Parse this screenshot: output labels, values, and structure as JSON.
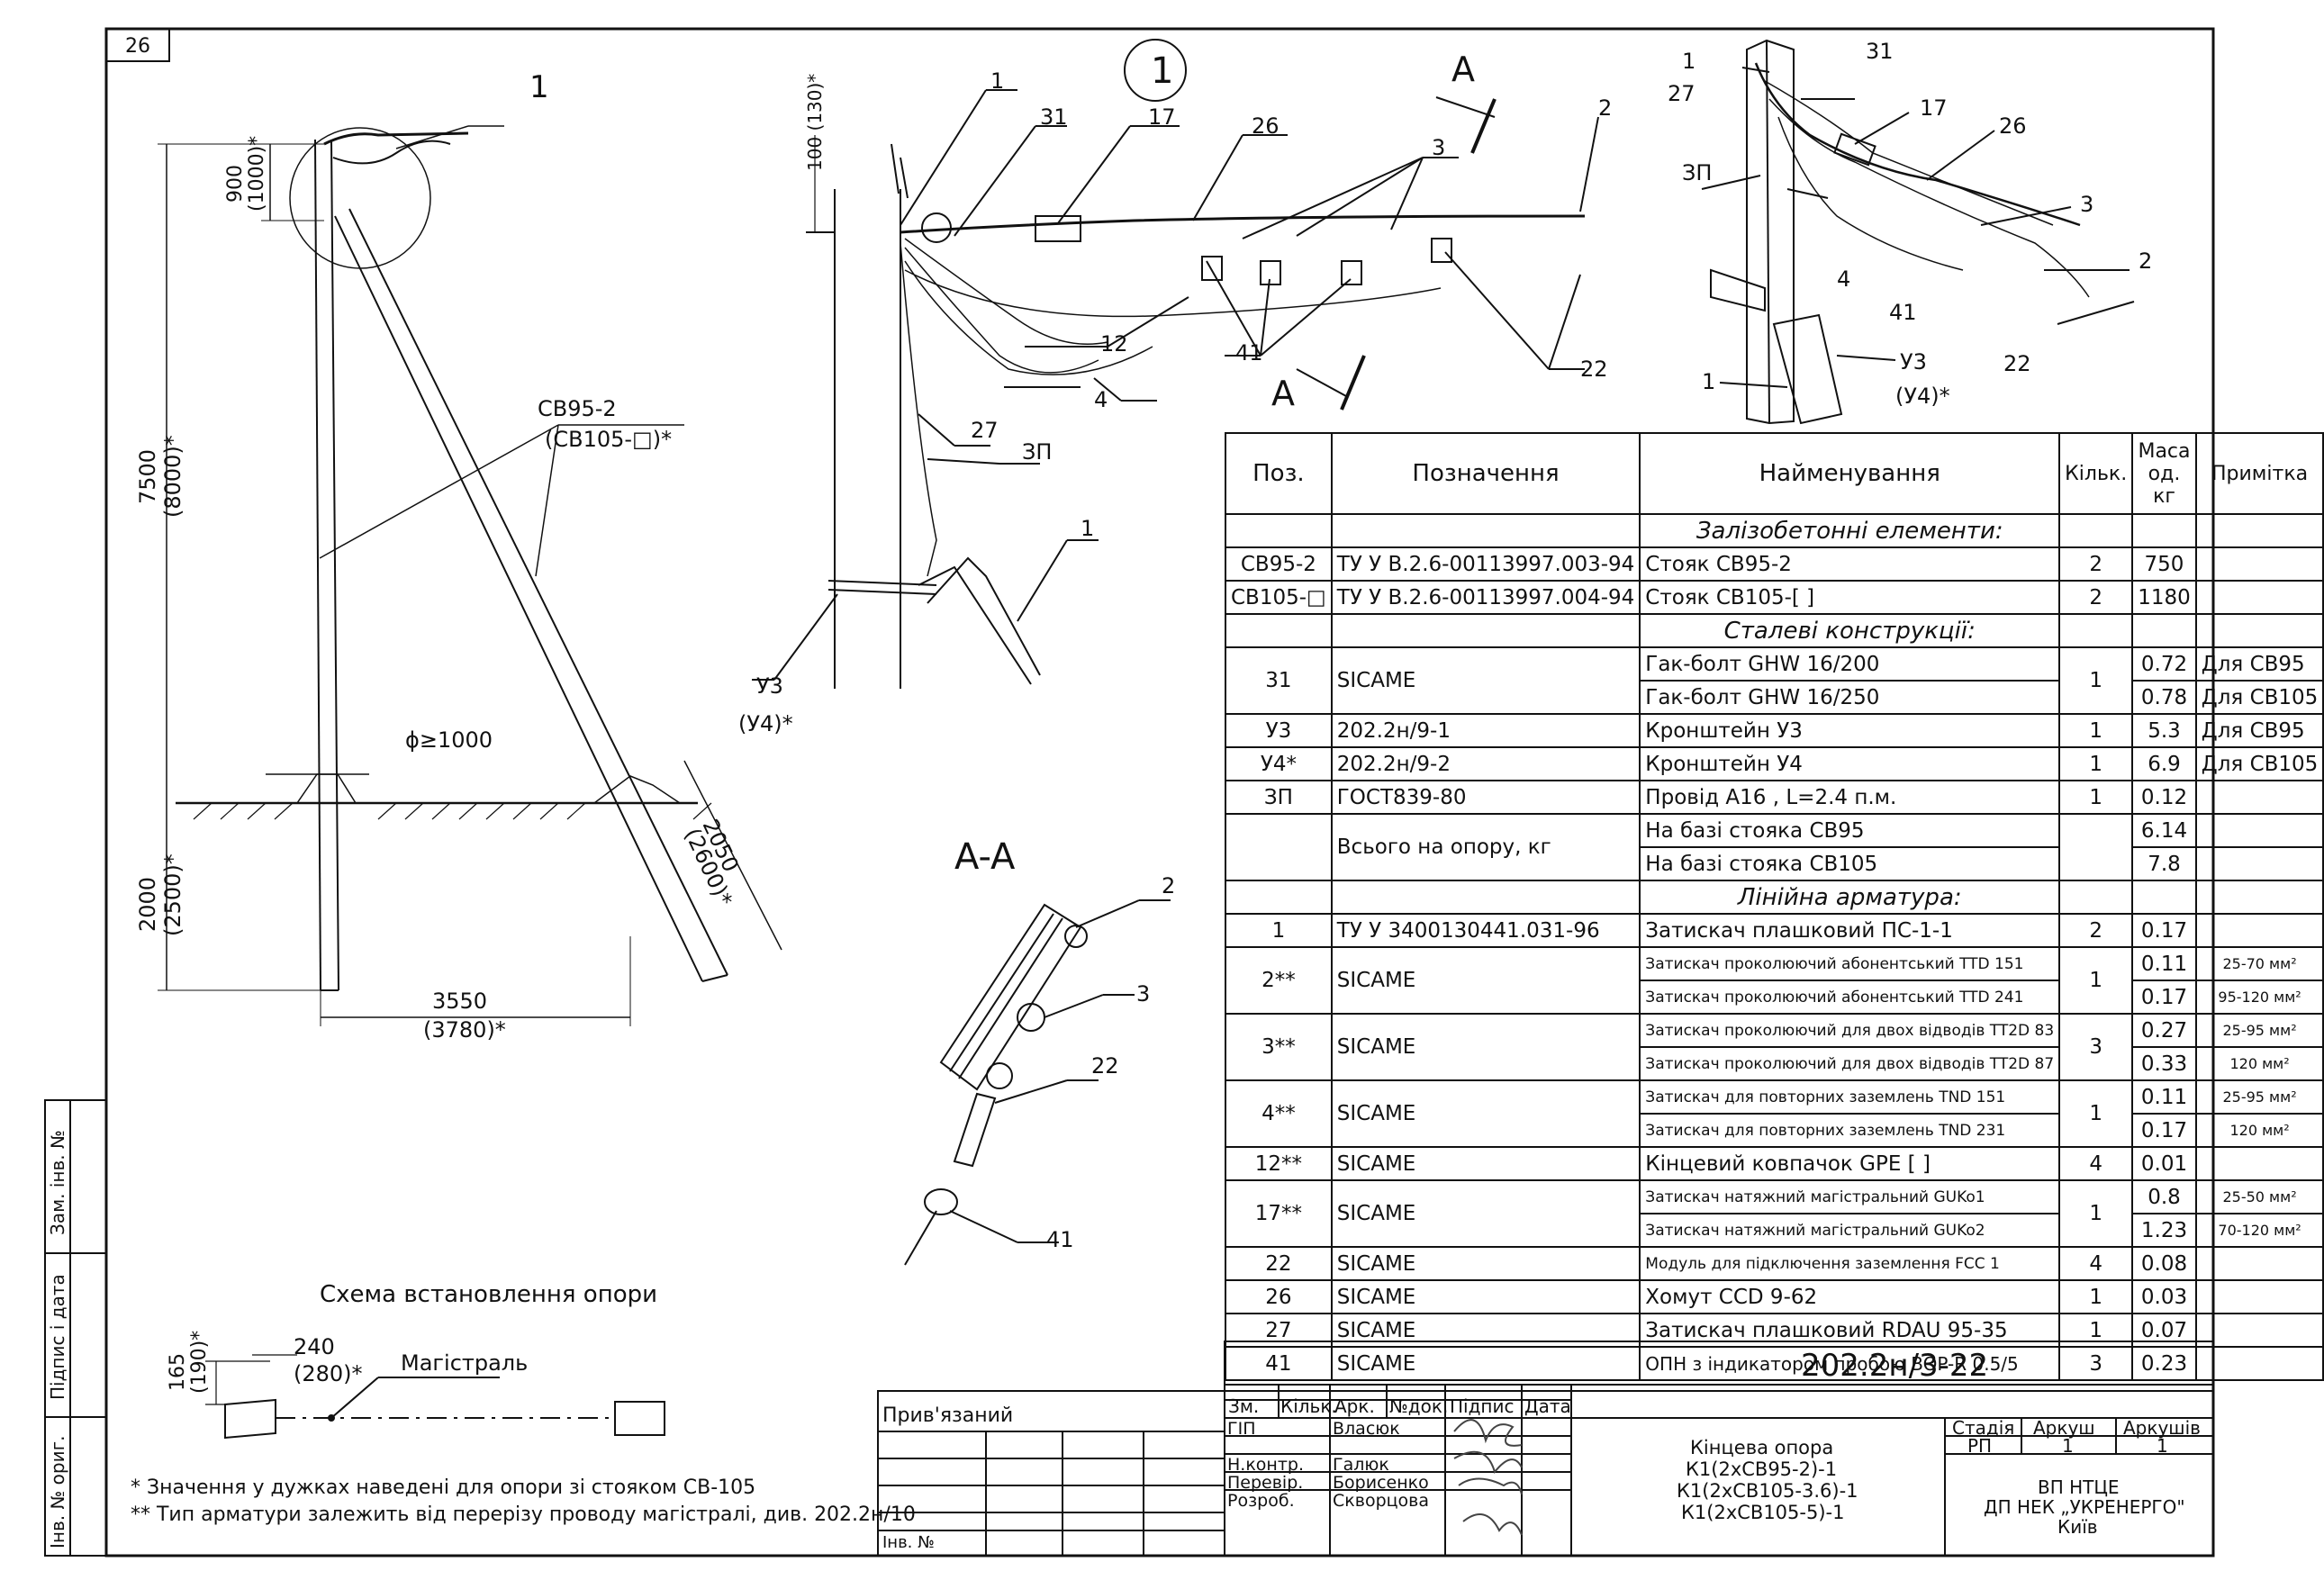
{
  "sheet_number": "26",
  "labels": {
    "callout_one": "1",
    "section_mark": "A",
    "section_title": "A-A",
    "pos_sv": "СВ95-2",
    "pos_sv_alt": "(СВ105-□)*",
    "dim_7500": "7500",
    "dim_8000": "(8000)*",
    "dim_900": "900",
    "dim_1000": "(1000)*",
    "dim_2000": "2000",
    "dim_2500": "(2500)*",
    "dim_3550": "3550",
    "dim_3780": "(3780)*",
    "dim_2050": "2050",
    "dim_2600": "(2600)*",
    "dim_phi": "ϕ≥1000",
    "dim_100": "100 (130)*",
    "u3": "У3",
    "u4": "(У4)*",
    "u3b": "У3",
    "u4b": "(У4)*",
    "zp": "ЗП",
    "n1": "1",
    "n2": "2",
    "n3": "3",
    "n4": "4",
    "n12": "12",
    "n17": "17",
    "n22": "22",
    "n26": "26",
    "n27": "27",
    "n31": "31",
    "n41": "41"
  },
  "schema": {
    "title": "Схема встановлення опори",
    "d165": "165",
    "d190": "(190)*",
    "d240": "240",
    "d280": "(280)*",
    "main_line": "Магістраль"
  },
  "notes": {
    "note1": "* Значення у дужках наведені для опори зі стояком СВ-105",
    "note2": "** Тип арматури залежить від перерізу проводу магістралі, див. 202.2н/10"
  },
  "table": {
    "headers": {
      "pos": "Поз.",
      "designation": "Позначення",
      "name": "Найменування",
      "qty": "Кільк.",
      "mass": "Маса од. кг",
      "note": "Примітка"
    },
    "sections": {
      "concrete": "Залізобетонні елементи:",
      "steel": "Сталеві конструкції:",
      "fittings": "Лінійна арматура:"
    },
    "rows": {
      "r1": {
        "pos": "СВ95-2",
        "des": "ТУ У В.2.6-00113997.003-94",
        "name": "Стояк СВ95-2",
        "qty": "2",
        "mass": "750",
        "note": ""
      },
      "r2": {
        "pos": "СВ105-□",
        "des": "ТУ У В.2.6-00113997.004-94",
        "name": "Стояк СВ105-[    ]",
        "qty": "2",
        "mass": "1180",
        "note": ""
      },
      "r3a": {
        "pos": "31",
        "des": "SICAME",
        "name": "Гак-болт GHW 16/200",
        "qty": "1",
        "mass": "0.72",
        "note": "Для СВ95"
      },
      "r3b": {
        "name": "Гак-болт GHW 16/250",
        "mass": "0.78",
        "note": "Для СВ105"
      },
      "r4": {
        "pos": "У3",
        "des": "202.2н/9-1",
        "name": "Кронштейн У3",
        "qty": "1",
        "mass": "5.3",
        "note": "Для СВ95"
      },
      "r5": {
        "pos": "У4*",
        "des": "202.2н/9-2",
        "name": "Кронштейн У4",
        "qty": "1",
        "mass": "6.9",
        "note": "Для СВ105"
      },
      "r6": {
        "pos": "ЗП",
        "des": "ГОСТ839-80",
        "name": "Провід А16 , L=2.4 п.м.",
        "qty": "1",
        "mass": "0.12",
        "note": ""
      },
      "r7a": {
        "des": "Всього на опору, кг",
        "name": "На базі стояка СВ95",
        "mass": "6.14"
      },
      "r7b": {
        "name": "На базі стояка СВ105",
        "mass": "7.8"
      },
      "r8": {
        "pos": "1",
        "des": "ТУ У 3400130441.031-96",
        "name": "Затискач плашковий ПС-1-1",
        "qty": "2",
        "mass": "0.17",
        "note": ""
      },
      "r9a": {
        "pos": "2**",
        "des": "SICAME",
        "name": "Затискач проколюючий абонентський TTD 151",
        "qty": "1",
        "mass": "0.11",
        "note": "25-70 мм²"
      },
      "r9b": {
        "name": "Затискач проколюючий абонентський TTD 241",
        "mass": "0.17",
        "note": "95-120 мм²"
      },
      "r10a": {
        "pos": "3**",
        "des": "SICAME",
        "name": "Затискач проколюючий для двох відводів TT2D 83",
        "qty": "3",
        "mass": "0.27",
        "note": "25-95 мм²"
      },
      "r10b": {
        "name": "Затискач проколюючий для двох відводів TT2D 87",
        "mass": "0.33",
        "note": "120 мм²"
      },
      "r11a": {
        "pos": "4**",
        "des": "SICAME",
        "name": "Затискач для повторних заземлень TND 151",
        "qty": "1",
        "mass": "0.11",
        "note": "25-95 мм²"
      },
      "r11b": {
        "name": "Затискач для повторних заземлень TND 231",
        "mass": "0.17",
        "note": "120 мм²"
      },
      "r12": {
        "pos": "12**",
        "des": "SICAME",
        "name": "Кінцевий ковпачок GPE [     ]",
        "qty": "4",
        "mass": "0.01",
        "note": ""
      },
      "r13a": {
        "pos": "17**",
        "des": "SICAME",
        "name": "Затискач натяжний магістральний GUKo1",
        "qty": "1",
        "mass": "0.8",
        "note": "25-50 мм²"
      },
      "r13b": {
        "name": "Затискач натяжний магістральний GUKo2",
        "mass": "1.23",
        "note": "70-120 мм²"
      },
      "r14": {
        "pos": "22",
        "des": "SICAME",
        "name": "Модуль для підключення заземлення FCC 1",
        "qty": "4",
        "mass": "0.08",
        "note": ""
      },
      "r15": {
        "pos": "26",
        "des": "SICAME",
        "name": "Хомут CCD 9-62",
        "qty": "1",
        "mass": "0.03",
        "note": ""
      },
      "r16": {
        "pos": "27",
        "des": "SICAME",
        "name": "Затискач плашковий RDAU 95-35",
        "qty": "1",
        "mass": "0.07",
        "note": ""
      },
      "r17": {
        "pos": "41",
        "des": "SICAME",
        "name": "ОПН з індикатором пробою BOP-R 0.5/5",
        "qty": "3",
        "mass": "0.23",
        "note": ""
      }
    }
  },
  "title_block": {
    "code": "202.2н/3-22",
    "bound": "Прив'язаний",
    "inv": "Інв. №",
    "cols": {
      "zm": "Зм.",
      "kilk": "Кільк.",
      "ark": "Арк.",
      "ndok": "№док.",
      "pidpys": "Підпис",
      "data": "Дата"
    },
    "roles": {
      "gip": "ГІП",
      "nkontr": "Н.контр.",
      "perevir": "Перевір.",
      "rozrob": "Розроб."
    },
    "names": {
      "gip": "Власюк",
      "nkontr": "Галюк",
      "perevir": "Борисенко",
      "rozrob": "Скворцова"
    },
    "description": [
      "Кінцева опора",
      "К1(2хСВ95-2)-1",
      "К1(2хСВ105-3.6)-1",
      "К1(2хСВ105-5)-1"
    ],
    "stage_h": "Стадія",
    "sheet_h": "Аркуш",
    "sheets_h": "Аркушів",
    "stage": "РП",
    "sheet": "1",
    "sheets": "1",
    "org": [
      "ВП НТЦЕ",
      "ДП НЕК „УКРЕНЕРГО\"",
      "Київ"
    ]
  },
  "side_stamp": {
    "zam": "Зам. інв. №",
    "pidpys": "Підпис і дата",
    "inv": "Інв. № ориг."
  }
}
